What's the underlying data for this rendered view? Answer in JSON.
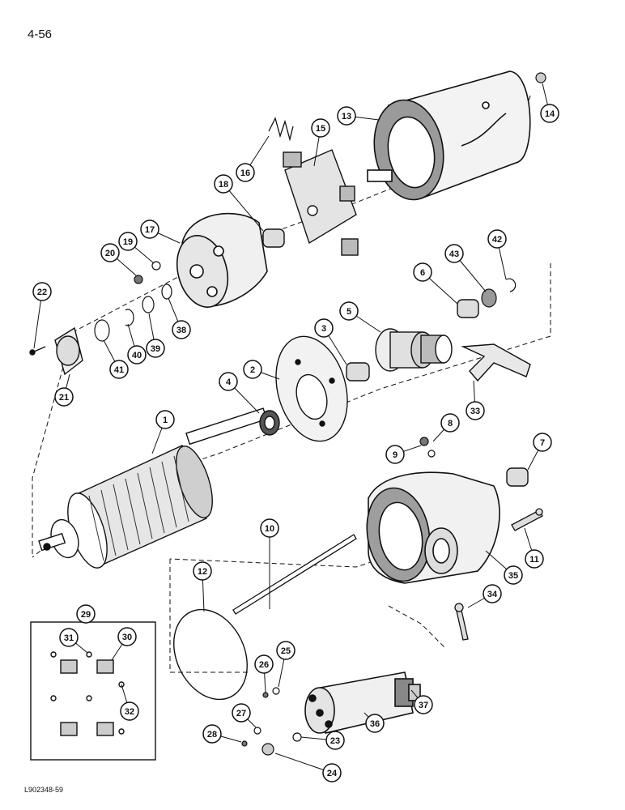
{
  "page": {
    "number": "4-56",
    "figure_code": "L902348-59"
  },
  "callouts": [
    "1",
    "2",
    "3",
    "4",
    "5",
    "6",
    "7",
    "8",
    "9",
    "10",
    "11",
    "12",
    "13",
    "14",
    "15",
    "16",
    "17",
    "18",
    "19",
    "20",
    "21",
    "22",
    "23",
    "24",
    "25",
    "26",
    "27",
    "28",
    "29",
    "30",
    "31",
    "32",
    "33",
    "34",
    "35",
    "36",
    "37",
    "38",
    "39",
    "40",
    "41",
    "42",
    "43"
  ],
  "colors": {
    "ink": "#111111",
    "paper": "#ffffff",
    "shade": "#8a8a8a",
    "light": "#d6d6d6"
  }
}
